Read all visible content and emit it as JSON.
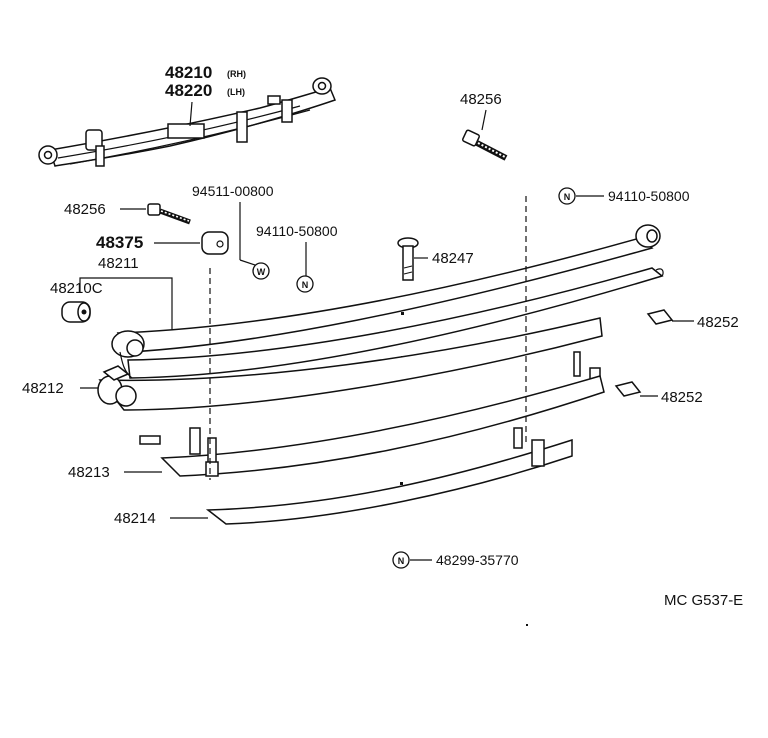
{
  "labels": {
    "spring_rh": "48210",
    "spring_rh_suffix": "(RH)",
    "spring_lh": "48220",
    "spring_lh_suffix": "(LH)",
    "bolt_top": "48256",
    "circle_n_top_code": "94110-50800",
    "bolt_left": "48256",
    "nut_w_code": "94511-00800",
    "circle_n_mid_code": "94110-50800",
    "bumper": "48375",
    "leaf_no1": "48211",
    "bushing": "48210C",
    "center_bolt": "48247",
    "clip_right1": "48252",
    "leaf_no2": "48212",
    "clip_right2": "48252",
    "leaf_no3": "48213",
    "leaf_no4": "48214",
    "circle_n_bottom_code": "48299-35770",
    "circle_n_symbol": "N",
    "circle_w_symbol": "W",
    "footer_code": "MC  G537-E"
  }
}
